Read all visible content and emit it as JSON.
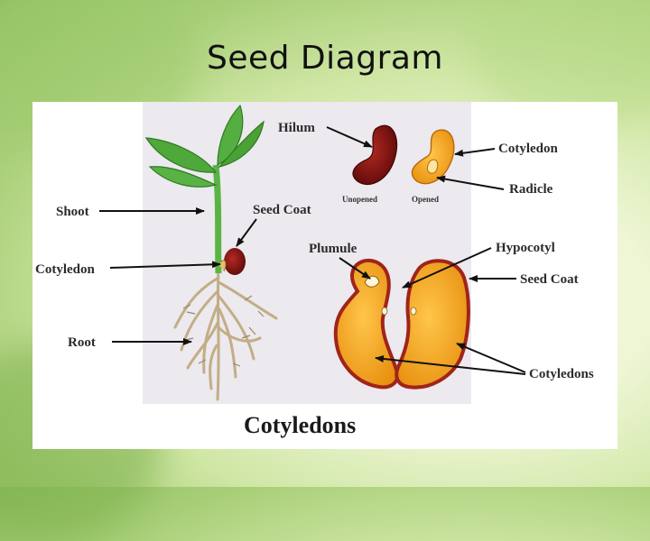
{
  "slide": {
    "title": "Seed Diagram"
  },
  "diagram": {
    "labels": {
      "hilum": "Hilum",
      "cotyledon_top": "Cotyledon",
      "radicle": "Radicle",
      "unopened": "Unopened",
      "opened": "Opened",
      "shoot": "Shoot",
      "seed_coat_plant": "Seed Coat",
      "cotyledon_left": "Cotyledon",
      "plumule": "Plumule",
      "hypocotyl": "Hypocotyl",
      "seed_coat_bean": "Seed Coat",
      "root": "Root",
      "cotyledons": "Cotyledons",
      "caption": "Cotyledons"
    },
    "colors": {
      "leaf": "#4fa83a",
      "leaf_dark": "#2f7a22",
      "bean_red": "#7a1010",
      "cotyledon_yellow": "#f2a51a",
      "seed_coat_edge": "#a0241a",
      "root": "#c9b690",
      "panel_bg": "#ece9ef"
    }
  }
}
